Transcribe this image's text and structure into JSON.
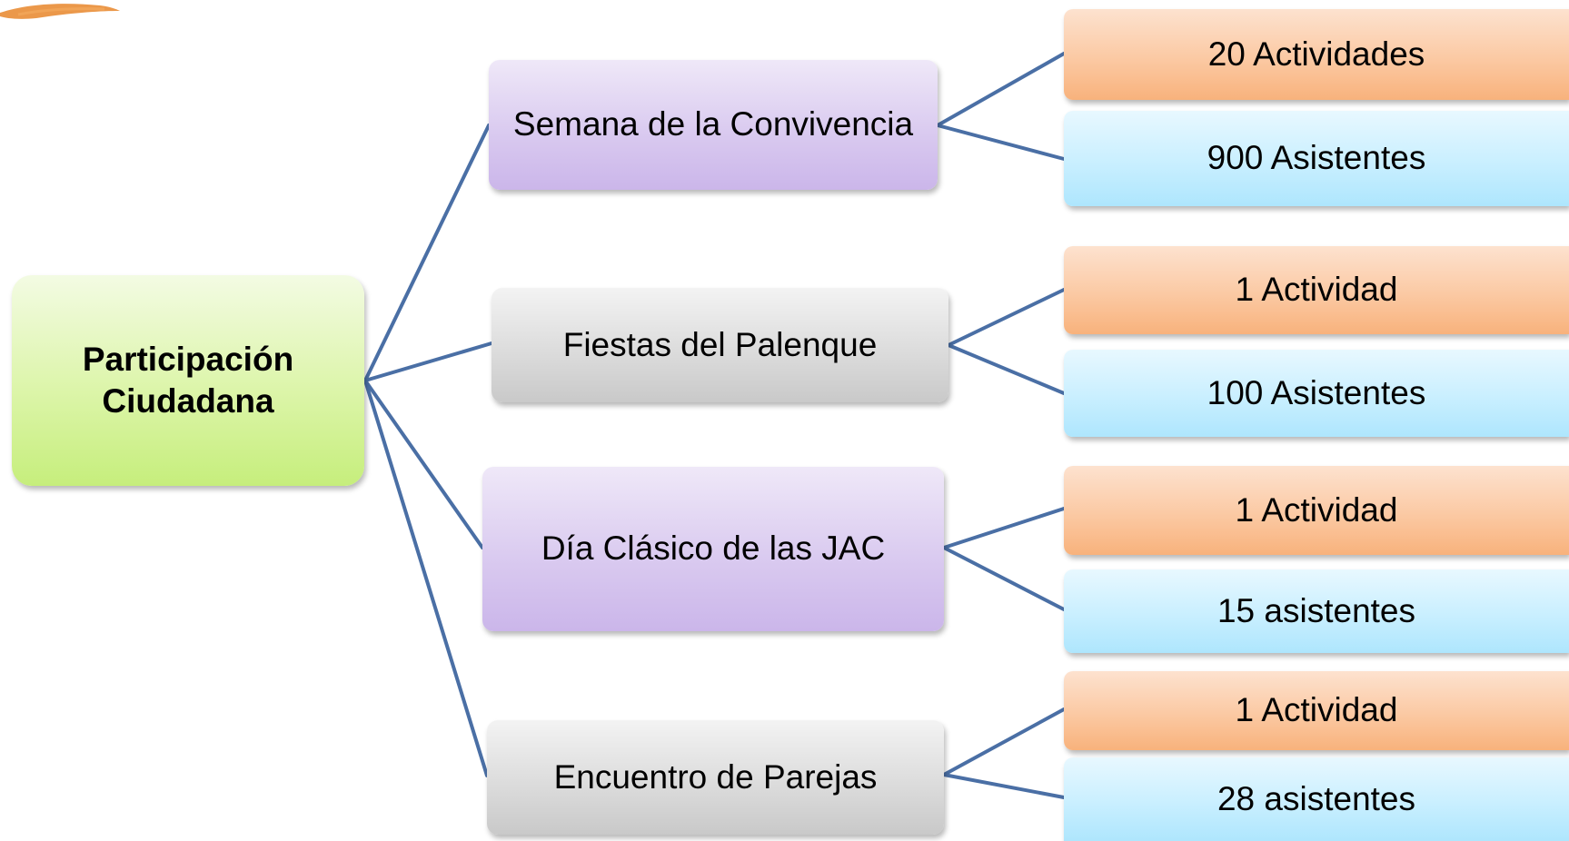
{
  "diagram": {
    "root": {
      "label_line1": "Participación",
      "label_line2": "Ciudadana"
    },
    "branches": [
      {
        "label": "Semana de la Convivencia",
        "activities": "20 Actividades",
        "attendees": "900 Asistentes"
      },
      {
        "label": "Fiestas del Palenque",
        "activities": "1 Actividad",
        "attendees": "100 Asistentes"
      },
      {
        "label": "Día Clásico de las JAC",
        "activities": "1 Actividad",
        "attendees": "15 asistentes"
      },
      {
        "label": "Encuentro de Parejas",
        "activities": "1 Actividad",
        "attendees": "28 asistentes"
      }
    ]
  },
  "colors": {
    "connector": "#4a6fa5",
    "root_fill": "#d6f39a",
    "branch_purple": "#d8c8ef",
    "branch_gray": "#d6d6d6",
    "activity_fill": "#fbc9a3",
    "attendee_fill": "#c9efff"
  }
}
